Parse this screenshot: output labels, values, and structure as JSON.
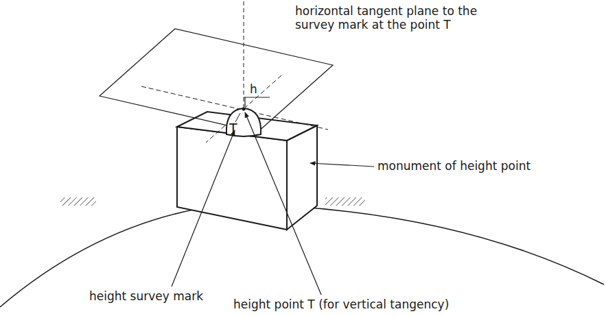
{
  "diagram": {
    "labels": [
      "horizontal tangent plane to the survey mark at the point T",
      "h",
      "T",
      "monument of height point",
      "height survey mark",
      "height point T (for vertical tangency)"
    ]
  }
}
